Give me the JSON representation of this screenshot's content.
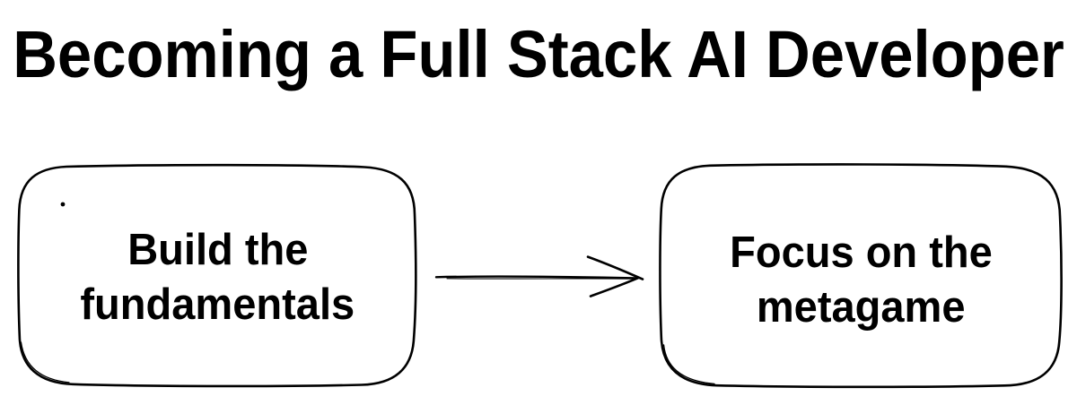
{
  "canvas": {
    "background": "#ffffff",
    "ink": "#000000",
    "style": "hand-drawn-sketch"
  },
  "title": {
    "text": "Becoming a Full Stack AI Developer"
  },
  "diagram": {
    "nodes": [
      {
        "id": "build-fundamentals",
        "shape": "rounded-rectangle",
        "label": "Build the fundamentals",
        "lines": [
          "Build the",
          "fundamentals"
        ]
      },
      {
        "id": "focus-metagame",
        "shape": "rounded-rectangle",
        "label": "Focus on the metagame",
        "lines": [
          "Focus on the",
          "metagame"
        ]
      }
    ],
    "connector": {
      "type": "arrow",
      "from": "build-fundamentals",
      "to": "focus-metagame",
      "direction": "right"
    }
  }
}
